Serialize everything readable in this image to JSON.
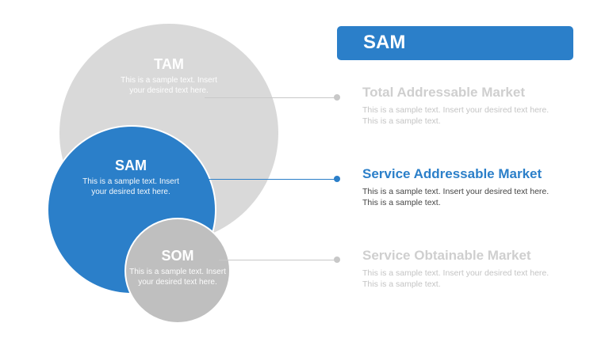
{
  "colors": {
    "accent": "#2b7fc9",
    "tam_fill": "#d9d9d9",
    "sam_fill": "#2b7fc9",
    "som_fill": "#bfbfbf"
  },
  "header": {
    "title": "SAM"
  },
  "circles": {
    "tam": {
      "label": "TAM",
      "text": "This is a sample text. Insert your desired text here."
    },
    "sam": {
      "label": "SAM",
      "text": "This is a sample text. Insert your desired text here."
    },
    "som": {
      "label": "SOM",
      "text": "This is a sample text. Insert your desired text here."
    }
  },
  "items": {
    "tam": {
      "title": "Total Addressable Market",
      "text": "This is a sample text. Insert your desired text here. This is a sample text."
    },
    "sam": {
      "title": "Service Addressable Market",
      "text": "This is a sample text. Insert your desired text here. This is a sample text."
    },
    "som": {
      "title": "Service Obtainable Market",
      "text": "This is a sample text. Insert your desired text here. This is a sample text."
    }
  }
}
